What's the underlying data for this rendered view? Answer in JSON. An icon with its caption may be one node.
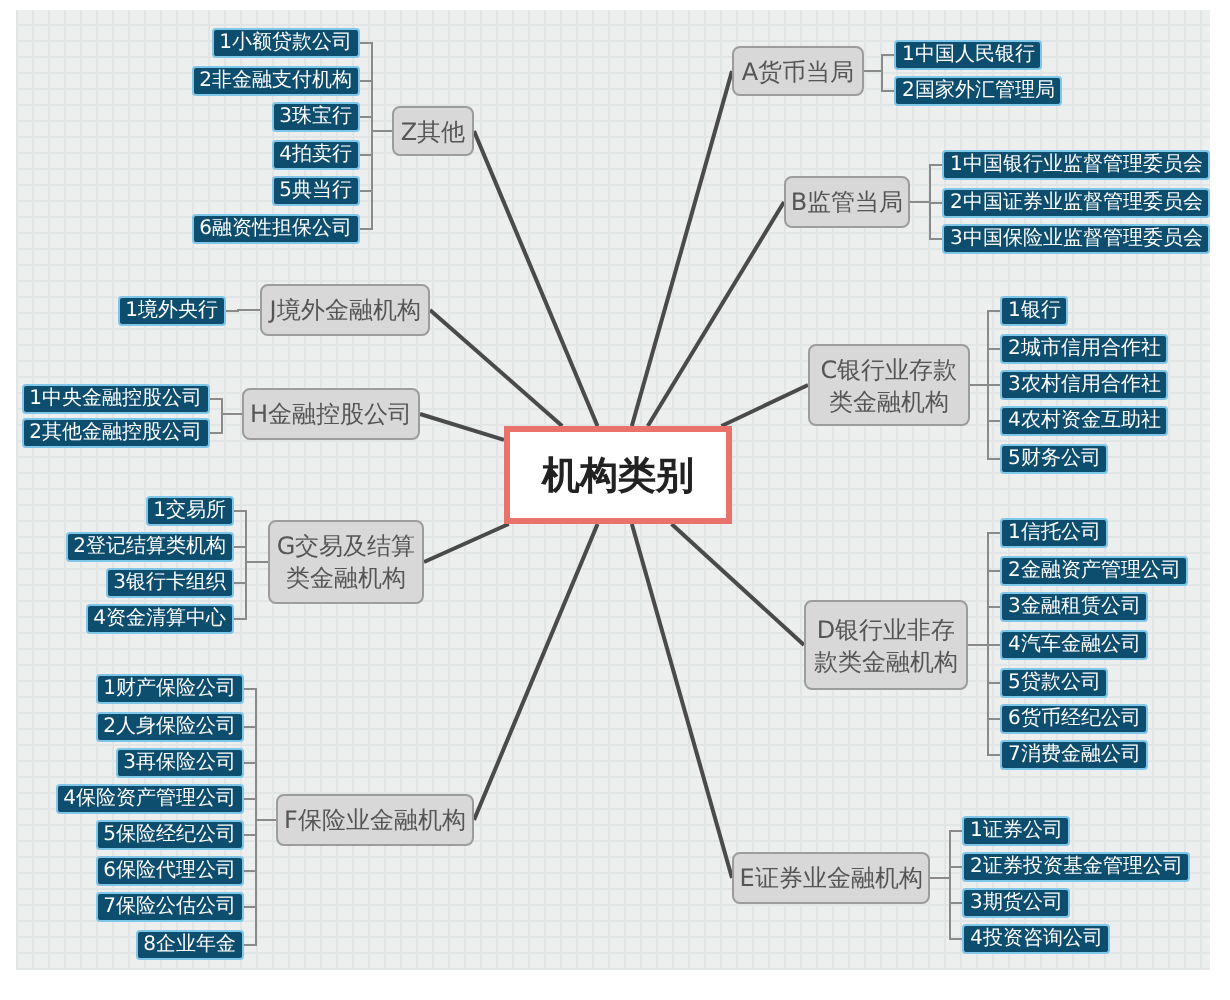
{
  "diagram": {
    "nodes": [
      {
        "text": [
          "机构类别"
        ]
      },
      {
        "text": [
          "A货币当局"
        ]
      },
      {
        "text": [
          "1中国人民银行"
        ]
      },
      {
        "text": [
          "2国家外汇管理局"
        ]
      },
      {
        "text": [
          "B监管当局"
        ]
      },
      {
        "text": [
          "1中国银行业监督管理委员会"
        ]
      },
      {
        "text": [
          "2中国证券业监督管理委员会"
        ]
      },
      {
        "text": [
          "3中国保险业监督管理委员会"
        ]
      },
      {
        "text": [
          "C银行业存款类金融机构"
        ]
      },
      {
        "text": [
          "1银行"
        ]
      },
      {
        "text": [
          "2城市信用合作社"
        ]
      },
      {
        "text": [
          "3农村信用合作社"
        ]
      },
      {
        "text": [
          "4农村资金互助社"
        ]
      },
      {
        "text": [
          "5财务公司"
        ]
      },
      {
        "text": [
          "D银行业非存款类金融机构"
        ]
      },
      {
        "text": [
          "1信托公司"
        ]
      },
      {
        "text": [
          "2金融资产管理公司"
        ]
      },
      {
        "text": [
          "3金融租赁公司"
        ]
      },
      {
        "text": [
          "4汽车金融公司"
        ]
      },
      {
        "text": [
          "5贷款公司"
        ]
      },
      {
        "text": [
          "6货币经纪公司"
        ]
      },
      {
        "text": [
          "7消费金融公司"
        ]
      },
      {
        "text": [
          "E证券业金融机构"
        ]
      },
      {
        "text": [
          "1证券公司"
        ]
      },
      {
        "text": [
          "2证券投资基金管理公司"
        ]
      },
      {
        "text": [
          "3期货公司"
        ]
      },
      {
        "text": [
          "4投资咨询公司"
        ]
      },
      {
        "text": [
          "F保险业金融机构"
        ]
      },
      {
        "text": [
          "1财产保险公司"
        ]
      },
      {
        "text": [
          "2人身保险公司"
        ]
      },
      {
        "text": [
          "3再保险公司"
        ]
      },
      {
        "text": [
          "4保险资产管理公司"
        ]
      },
      {
        "text": [
          "5保险经纪公司"
        ]
      },
      {
        "text": [
          "6保险代理公司"
        ]
      },
      {
        "text": [
          "7保险公估公司"
        ]
      },
      {
        "text": [
          "8企业年金"
        ]
      },
      {
        "text": [
          "G交易及结算类金融机构"
        ]
      },
      {
        "text": [
          "1交易所"
        ]
      },
      {
        "text": [
          "2登记结算类机构"
        ]
      },
      {
        "text": [
          "3银行卡组织"
        ]
      },
      {
        "text": [
          "4资金清算中心"
        ]
      },
      {
        "text": [
          "H金融控股公司"
        ]
      },
      {
        "text": [
          "1中央金融控股公司"
        ]
      },
      {
        "text": [
          "2其他金融控股公司"
        ]
      },
      {
        "text": [
          "J境外金融机构"
        ]
      },
      {
        "text": [
          "1境外央行"
        ]
      },
      {
        "text": [
          "Z其他"
        ]
      },
      {
        "text": [
          "1小额贷款公司"
        ]
      },
      {
        "text": [
          "2非金融支付机构"
        ]
      },
      {
        "text": [
          "3珠宝行"
        ]
      },
      {
        "text": [
          "4拍卖行"
        ]
      },
      {
        "text": [
          "5典当行"
        ]
      },
      {
        "text": [
          "6融资性担保公司"
        ]
      }
    ],
    "edges": [
      {
        "from": 0,
        "to": 1,
        "arrow": "none"
      },
      {
        "from": 0,
        "to": 4,
        "arrow": "none"
      },
      {
        "from": 0,
        "to": 8,
        "arrow": "none"
      },
      {
        "from": 0,
        "to": 14,
        "arrow": "none"
      },
      {
        "from": 0,
        "to": 22,
        "arrow": "none"
      },
      {
        "from": 0,
        "to": 27,
        "arrow": "none"
      },
      {
        "from": 0,
        "to": 36,
        "arrow": "none"
      },
      {
        "from": 0,
        "to": 41,
        "arrow": "none"
      },
      {
        "from": 0,
        "to": 44,
        "arrow": "none"
      },
      {
        "from": 0,
        "to": 46,
        "arrow": "none"
      },
      {
        "from": 1,
        "to": 2,
        "arrow": "none"
      },
      {
        "from": 1,
        "to": 3,
        "arrow": "none"
      },
      {
        "from": 4,
        "to": 5,
        "arrow": "none"
      },
      {
        "from": 4,
        "to": 6,
        "arrow": "none"
      },
      {
        "from": 4,
        "to": 7,
        "arrow": "none"
      },
      {
        "from": 8,
        "to": 9,
        "arrow": "none"
      },
      {
        "from": 8,
        "to": 10,
        "arrow": "none"
      },
      {
        "from": 8,
        "to": 11,
        "arrow": "none"
      },
      {
        "from": 8,
        "to": 12,
        "arrow": "none"
      },
      {
        "from": 8,
        "to": 13,
        "arrow": "none"
      },
      {
        "from": 14,
        "to": 15,
        "arrow": "none"
      },
      {
        "from": 14,
        "to": 16,
        "arrow": "none"
      },
      {
        "from": 14,
        "to": 17,
        "arrow": "none"
      },
      {
        "from": 14,
        "to": 18,
        "arrow": "none"
      },
      {
        "from": 14,
        "to": 19,
        "arrow": "none"
      },
      {
        "from": 14,
        "to": 20,
        "arrow": "none"
      },
      {
        "from": 14,
        "to": 21,
        "arrow": "none"
      },
      {
        "from": 22,
        "to": 23,
        "arrow": "none"
      },
      {
        "from": 22,
        "to": 24,
        "arrow": "none"
      },
      {
        "from": 22,
        "to": 25,
        "arrow": "none"
      },
      {
        "from": 22,
        "to": 26,
        "arrow": "none"
      },
      {
        "from": 27,
        "to": 28,
        "arrow": "none"
      },
      {
        "from": 27,
        "to": 29,
        "arrow": "none"
      },
      {
        "from": 27,
        "to": 30,
        "arrow": "none"
      },
      {
        "from": 27,
        "to": 31,
        "arrow": "none"
      },
      {
        "from": 27,
        "to": 32,
        "arrow": "none"
      },
      {
        "from": 27,
        "to": 33,
        "arrow": "none"
      },
      {
        "from": 27,
        "to": 34,
        "arrow": "none"
      },
      {
        "from": 27,
        "to": 35,
        "arrow": "none"
      },
      {
        "from": 36,
        "to": 37,
        "arrow": "none"
      },
      {
        "from": 36,
        "to": 38,
        "arrow": "none"
      },
      {
        "from": 36,
        "to": 39,
        "arrow": "none"
      },
      {
        "from": 36,
        "to": 40,
        "arrow": "none"
      },
      {
        "from": 41,
        "to": 42,
        "arrow": "none"
      },
      {
        "from": 41,
        "to": 43,
        "arrow": "none"
      },
      {
        "from": 44,
        "to": 45,
        "arrow": "none"
      },
      {
        "from": 46,
        "to": 47,
        "arrow": "none"
      },
      {
        "from": 46,
        "to": 48,
        "arrow": "none"
      },
      {
        "from": 46,
        "to": 49,
        "arrow": "none"
      },
      {
        "from": 46,
        "to": 50,
        "arrow": "none"
      },
      {
        "from": 46,
        "to": 51,
        "arrow": "none"
      },
      {
        "from": 46,
        "to": 52,
        "arrow": "none"
      }
    ]
  }
}
